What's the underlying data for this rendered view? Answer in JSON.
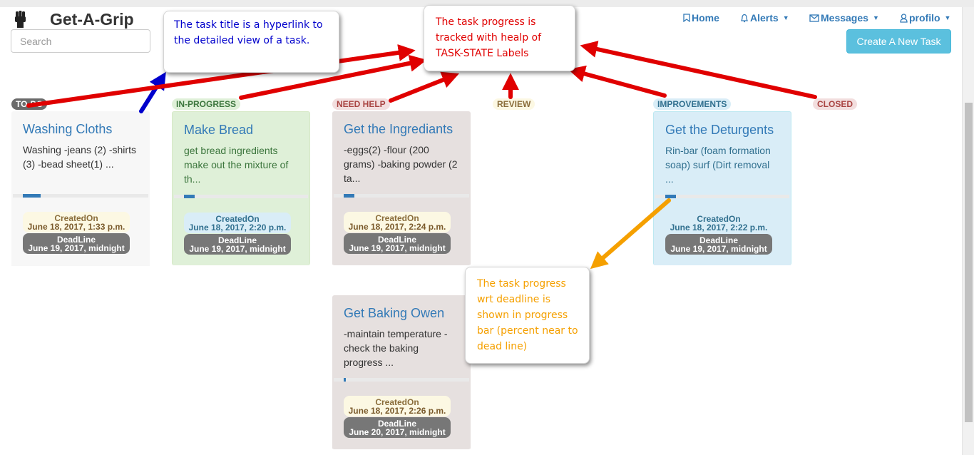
{
  "header": {
    "brand": "Get-A-Grip",
    "search_placeholder": "Search",
    "nav": {
      "home": "Home",
      "alerts": "Alerts",
      "messages": "Messages",
      "profile": "profilo"
    },
    "create_button": "Create A New Task"
  },
  "state_labels": {
    "todo": "TO-DO",
    "in_progress": "IN-PROGRESS",
    "need_help": "NEED HELP",
    "review": "REVIEW",
    "improvements": "IMPROVEMENTS",
    "closed": "CLOSED"
  },
  "tasks": [
    {
      "title": "Washing Cloths",
      "description": "Washing -jeans (2) -shirts (3) -bead sheet(1) ...",
      "progress": 0.13,
      "created_label": "CreatedOn",
      "created": "June 18, 2017, 1:33 p.m.",
      "deadline_label": "DeadLine",
      "deadline": "June 19, 2017, midnight"
    },
    {
      "title": "Make Bread",
      "description": "get bread ingredients make out the mixture of th...",
      "progress": 0.08,
      "created_label": "CreatedOn",
      "created": "June 18, 2017, 2:20 p.m.",
      "deadline_label": "DeadLine",
      "deadline": "June 19, 2017, midnight"
    },
    {
      "title": "Get the Ingrediants",
      "description": "-eggs(2) -flour (200 grams) -baking powder (2 ta...",
      "progress": 0.08,
      "created_label": "CreatedOn",
      "created": "June 18, 2017, 2:24 p.m.",
      "deadline_label": "DeadLine",
      "deadline": "June 19, 2017, midnight"
    },
    {
      "title": "Get the Deturgents",
      "description": "Rin-bar (foam formation soap) surf (Dirt removal ...",
      "progress": 0.08,
      "created_label": "CreatedOn",
      "created": "June 18, 2017, 2:22 p.m.",
      "deadline_label": "DeadLine",
      "deadline": "June 19, 2017, midnight"
    },
    {
      "title": "Get Baking Owen",
      "description": "-maintain temperature -check the baking progress ...",
      "progress": 0.01,
      "created_label": "CreatedOn",
      "created": "June 18, 2017, 2:26 p.m.",
      "deadline_label": "DeadLine",
      "deadline": "June 20, 2017, midnight"
    }
  ],
  "annotations": {
    "title_link": "The task title is a hyperlink to the detailed view of a task.",
    "state_labels": "The task progress is tracked with healp of TASK-STATE Labels",
    "progress_bar": "The task progress wrt deadline is shown in progress bar (percent near to dead line)"
  },
  "colors": {
    "link": "#337ab7",
    "create_button": "#5bc0de",
    "annotation_blue": "#0000cc",
    "annotation_red": "#e00000",
    "annotation_orange": "#f5a000"
  }
}
